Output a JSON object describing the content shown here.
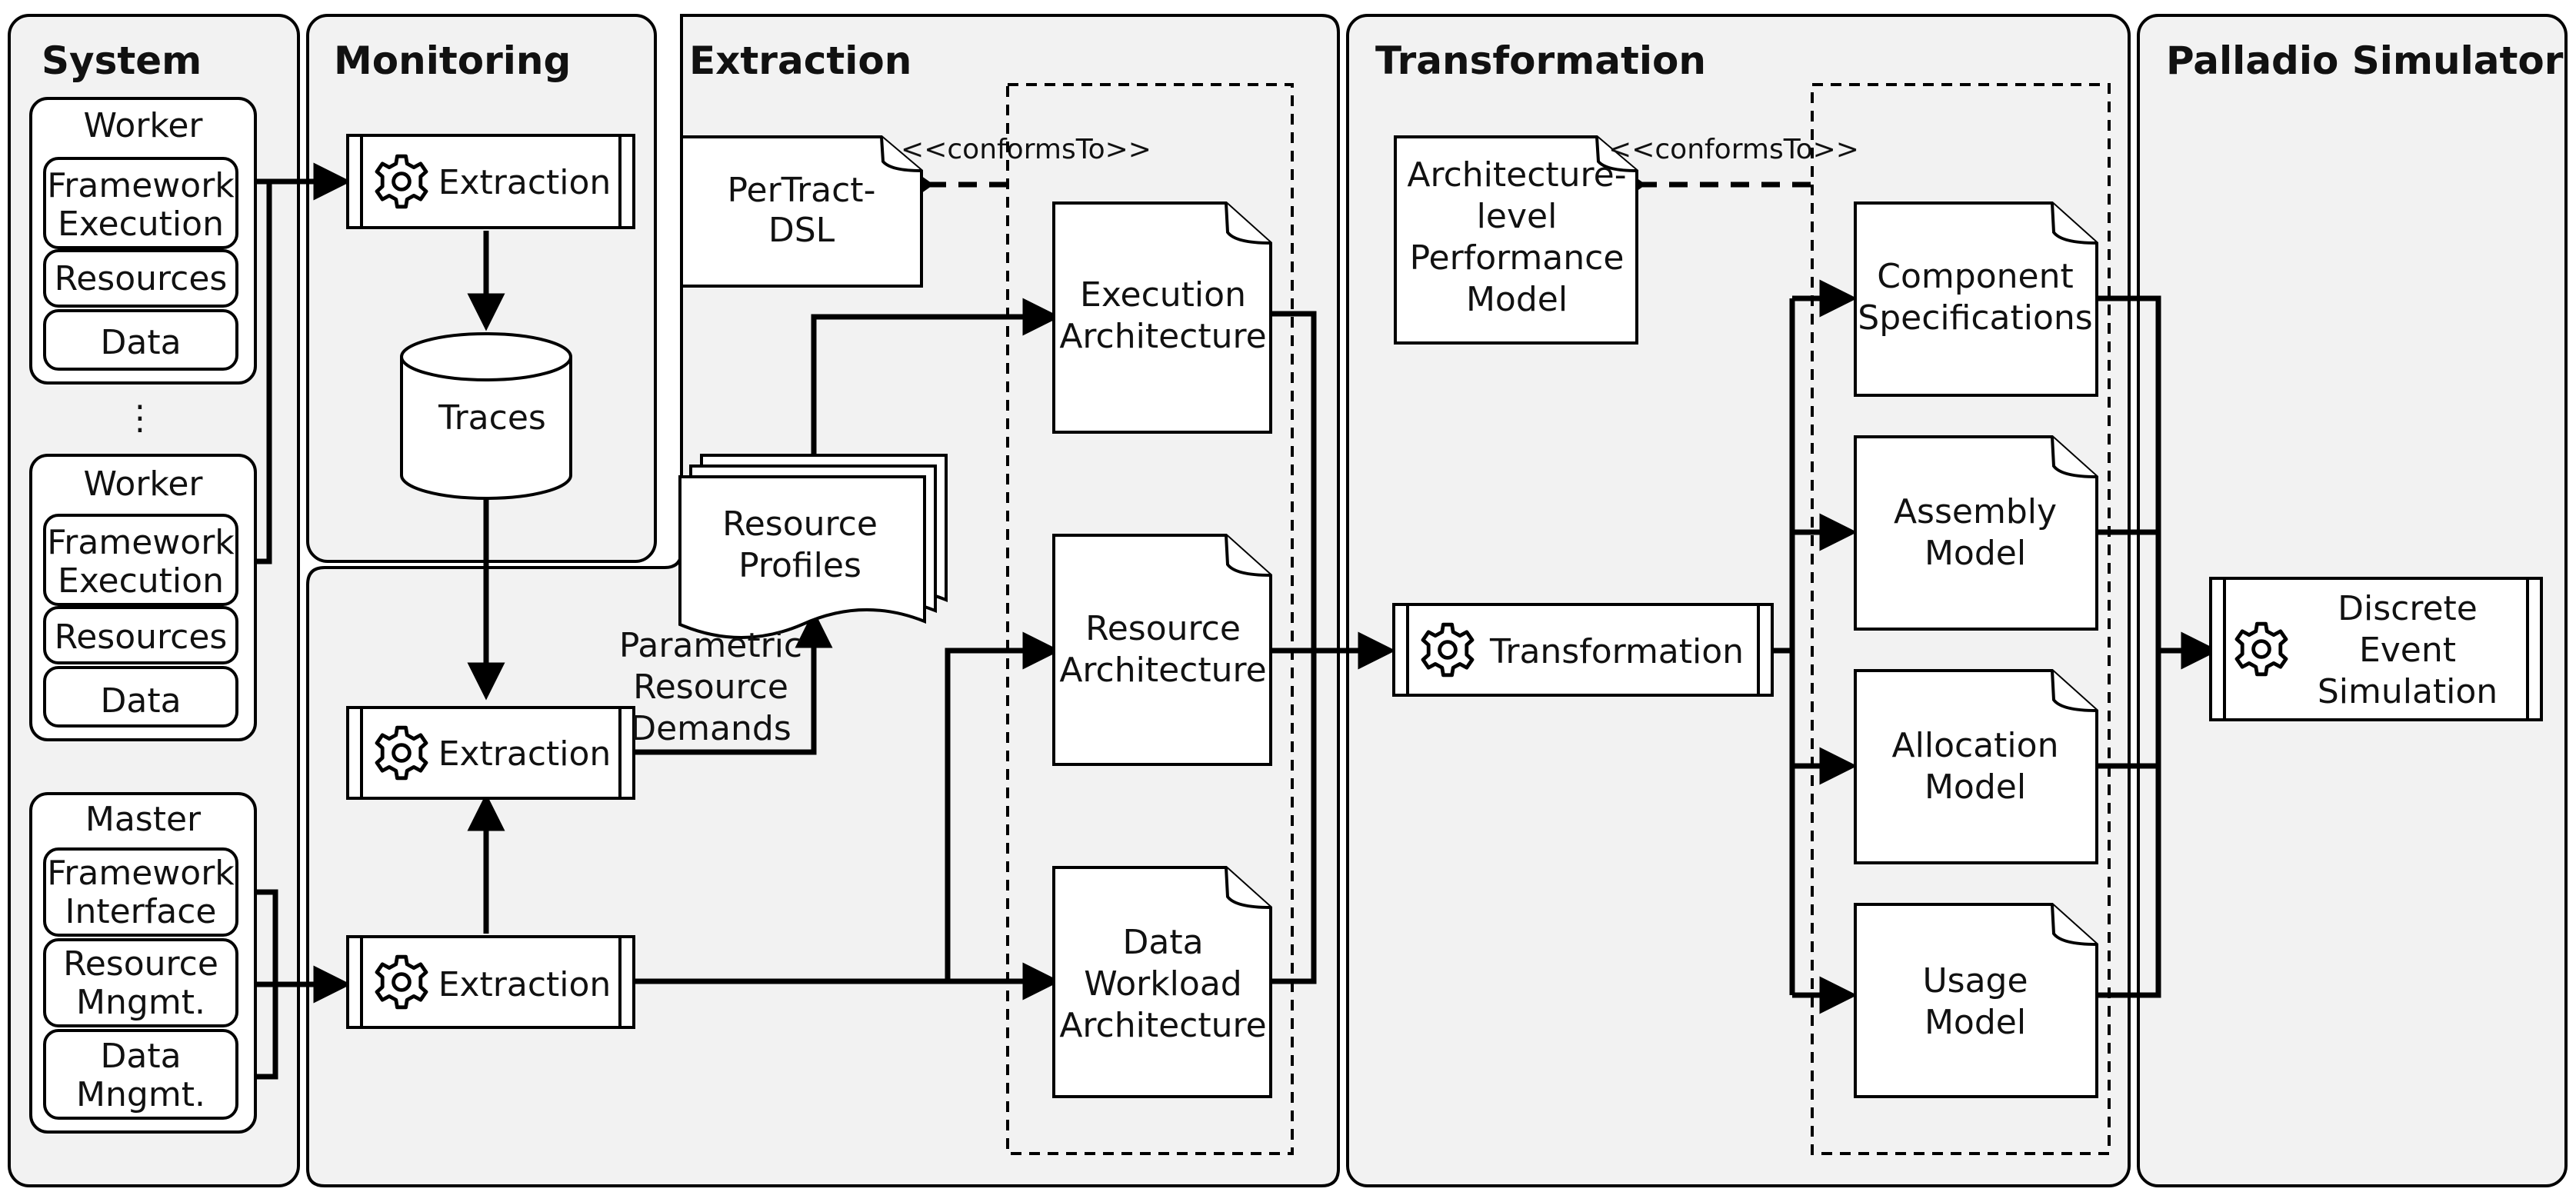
{
  "sections": {
    "system": "System",
    "monitoring": "Monitoring",
    "extraction": "Extraction",
    "transformation": "Transformation",
    "palladio": "Palladio Simulator"
  },
  "system": {
    "worker1": {
      "title": "Worker",
      "items": [
        "Framework\nExecution",
        "Resources",
        "Data"
      ]
    },
    "ellipsis": "⋮",
    "worker2": {
      "title": "Worker",
      "items": [
        "Framework\nExecution",
        "Resources",
        "Data"
      ]
    },
    "master": {
      "title": "Master",
      "items": [
        "Framework\nInterface",
        "Resource\nMngmt.",
        "Data\nMngmt."
      ]
    }
  },
  "monitoring": {
    "extraction_top": "Extraction",
    "traces": "Traces",
    "extraction_mid": "Extraction",
    "extraction_bottom": "Extraction"
  },
  "extraction": {
    "dsl": "PerTract-\nDSL",
    "conforms_to": "<<conformsTo>>",
    "resource_profiles": "Resource\nProfiles",
    "parametric_label": "Parametric\nResource\nDemands",
    "execution_arch": "Execution\nArchitecture",
    "resource_arch": "Resource\nArchitecture",
    "data_workload_arch": "Data\nWorkload\nArchitecture"
  },
  "transformation": {
    "alpm": "Architecture-\nlevel\nPerformance\nModel",
    "conforms_to": "<<conformsTo>>",
    "process": "Transformation",
    "component_spec": "Component\nSpecifications",
    "assembly": "Assembly\nModel",
    "allocation": "Allocation\nModel",
    "usage": "Usage\nModel"
  },
  "palladio": {
    "des": "Discrete\nEvent\nSimulation"
  }
}
